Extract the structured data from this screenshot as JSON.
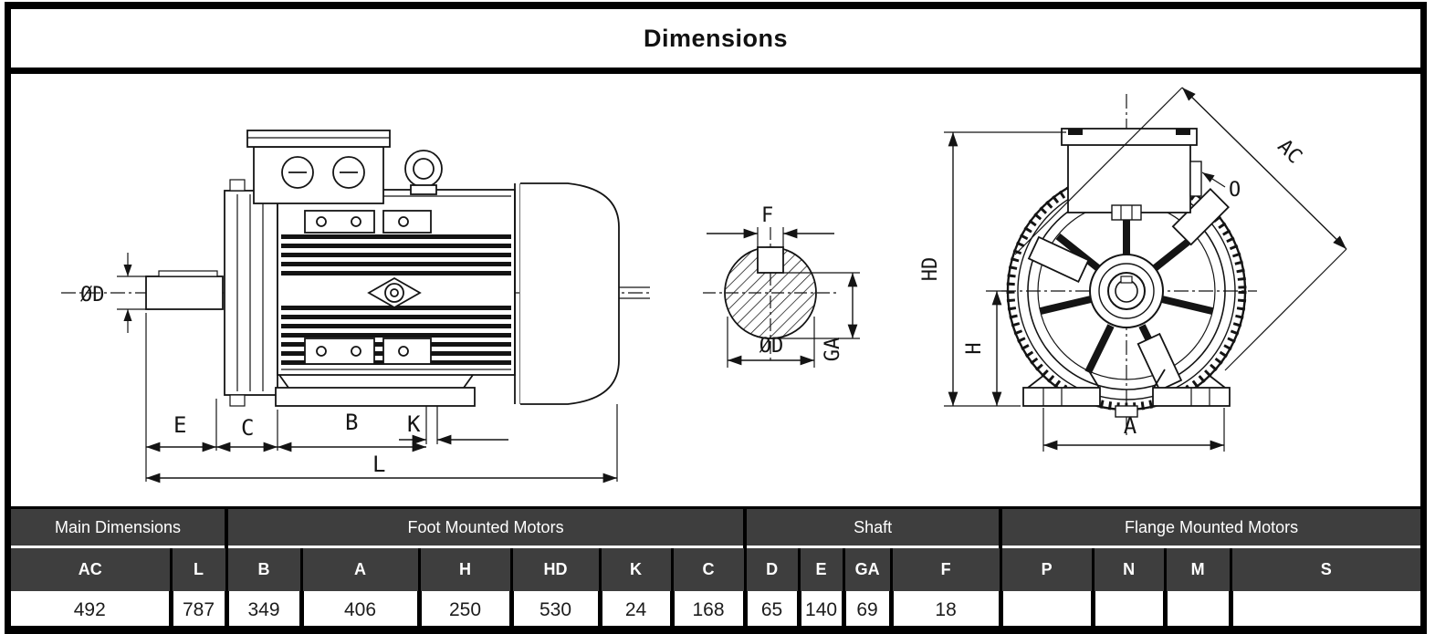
{
  "title": "Dimensions",
  "drawing_labels": {
    "side": {
      "od": "ØD",
      "e": "E",
      "c": "C",
      "b": "B",
      "k": "K",
      "l": "L"
    },
    "shaft": {
      "f": "F",
      "ga": "GA",
      "od": "ØD"
    },
    "front": {
      "hd": "HD",
      "h": "H",
      "a": "A",
      "ac": "AC",
      "o": "O"
    }
  },
  "table": {
    "groups": [
      {
        "label": "Main Dimensions"
      },
      {
        "label": "Foot Mounted Motors"
      },
      {
        "label": "Shaft"
      },
      {
        "label": "Flange Mounted Motors"
      }
    ],
    "columns": [
      "AC",
      "L",
      "B",
      "A",
      "H",
      "HD",
      "K",
      "C",
      "D",
      "E",
      "GA",
      "F",
      "P",
      "N",
      "M",
      "S"
    ],
    "values": [
      "492",
      "787",
      "349",
      "406",
      "250",
      "530",
      "24",
      "168",
      "65",
      "140",
      "69",
      "18",
      "",
      "",
      "",
      ""
    ]
  },
  "colors": {
    "header_bg": "#3e3e3e",
    "header_text": "#ffffff",
    "line": "#141414",
    "page_border": "#000000",
    "background": "#ffffff"
  }
}
